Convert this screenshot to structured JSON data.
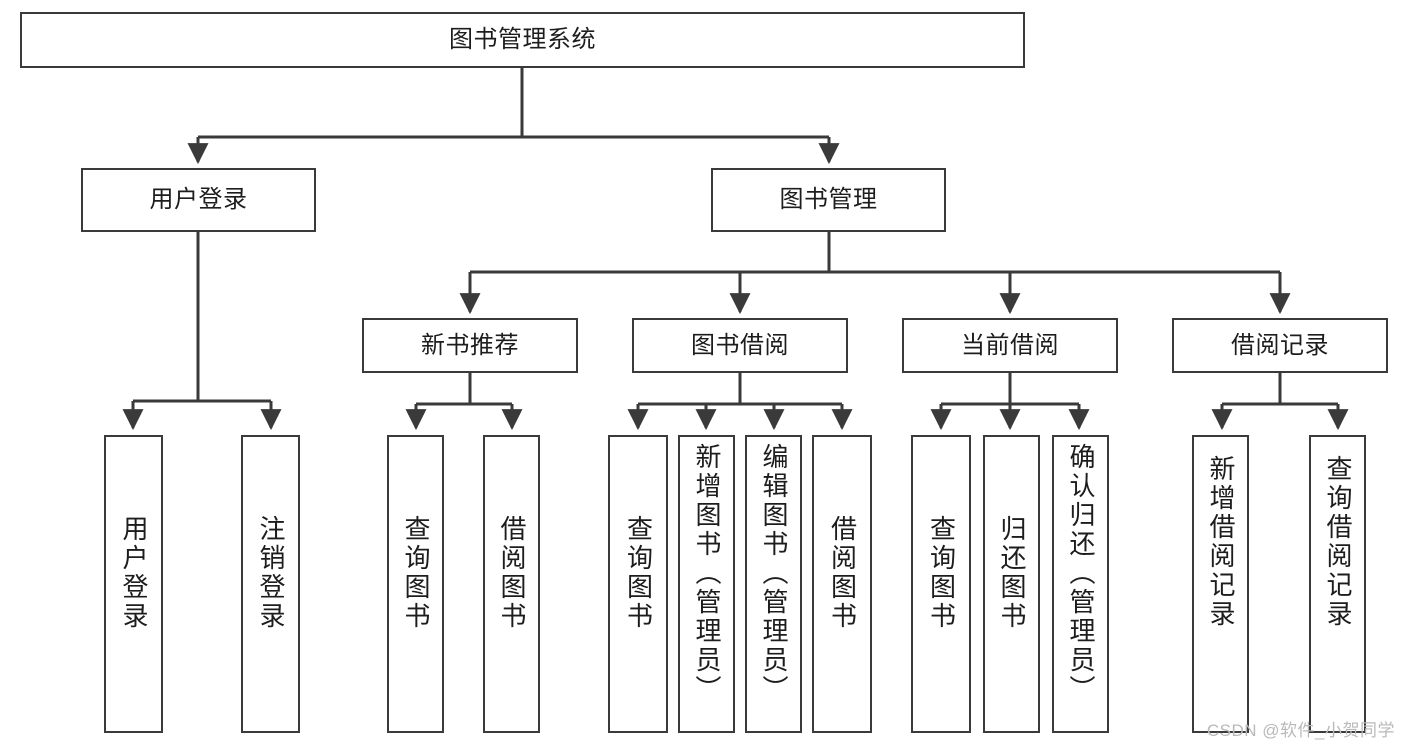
{
  "diagram": {
    "title": "图书管理系统",
    "root": {
      "label": "图书管理系统"
    },
    "level2": [
      {
        "label": "用户登录"
      },
      {
        "label": "图书管理"
      }
    ],
    "level3": [
      {
        "label": "新书推荐"
      },
      {
        "label": "图书借阅"
      },
      {
        "label": "当前借阅"
      },
      {
        "label": "借阅记录"
      }
    ],
    "leaves": {
      "user_login": [
        {
          "label": "用户登录"
        },
        {
          "label": "注销登录"
        }
      ],
      "new_book_recommend": [
        {
          "label": "查询图书"
        },
        {
          "label": "借阅图书"
        }
      ],
      "book_borrow": [
        {
          "label": "查询图书"
        },
        {
          "label": "新增图书（管理员）"
        },
        {
          "label": "编辑图书（管理员）"
        },
        {
          "label": "借阅图书"
        }
      ],
      "current_borrow": [
        {
          "label": "查询图书"
        },
        {
          "label": "归还图书"
        },
        {
          "label": "确认归还（管理员）"
        }
      ],
      "borrow_record": [
        {
          "label": "新增借阅记录"
        },
        {
          "label": "查询借阅记录"
        }
      ]
    }
  },
  "watermark": {
    "text": "CSDN @软件_小贺同学"
  },
  "colors": {
    "stroke": "#3a3a3a",
    "text": "#1d1d1d",
    "background": "#ffffff",
    "watermark": "#b9b9b9"
  }
}
